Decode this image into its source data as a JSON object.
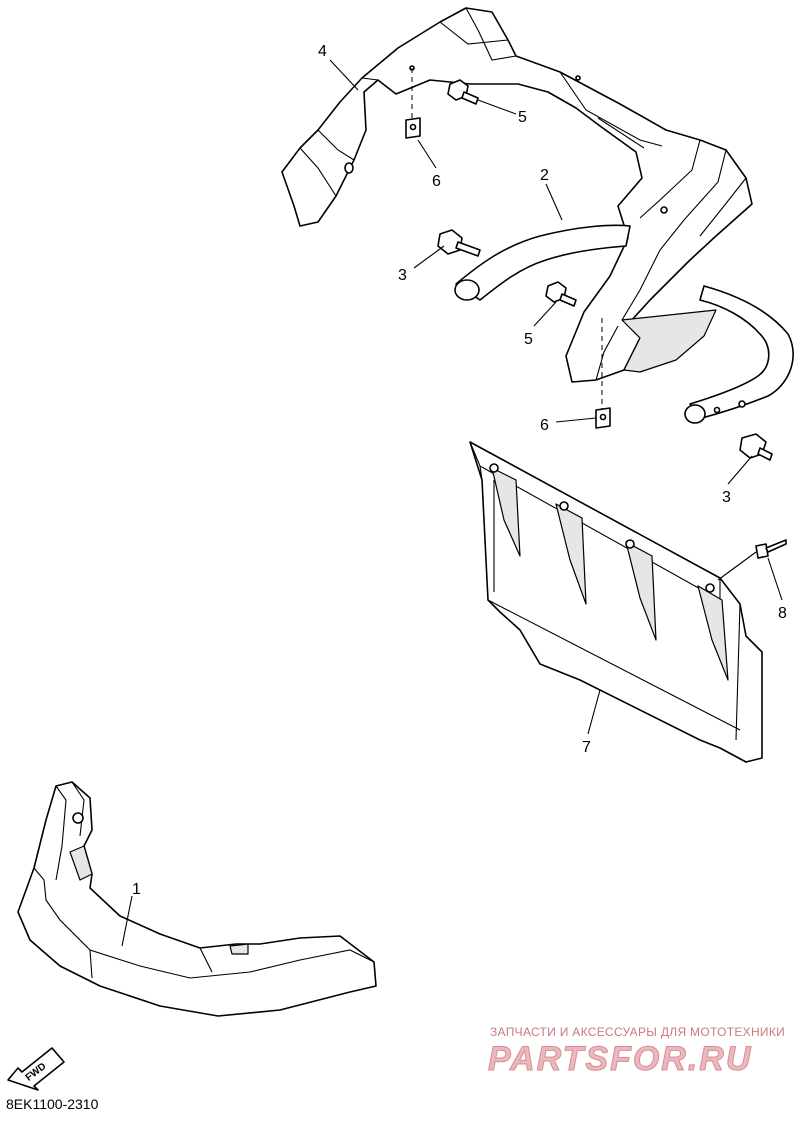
{
  "diagram": {
    "callouts": {
      "c1": "1",
      "c2": "2",
      "c3a": "3",
      "c3b": "3",
      "c4": "4",
      "c5a": "5",
      "c5b": "5",
      "c6a": "6",
      "c6b": "6",
      "c7": "7",
      "c8": "8"
    },
    "fwd_label": "FWD",
    "diagram_code": "8EK1100-2310"
  },
  "watermark": {
    "tagline": "ЗАПЧАСТИ И АКСЕССУАРЫ ДЛЯ МОТОТЕХНИКИ",
    "logo": "PARTSFOR.RU"
  },
  "colors": {
    "line": "#000000",
    "watermark_text": "#c87a80",
    "watermark_logo": "#e9b9bd"
  }
}
